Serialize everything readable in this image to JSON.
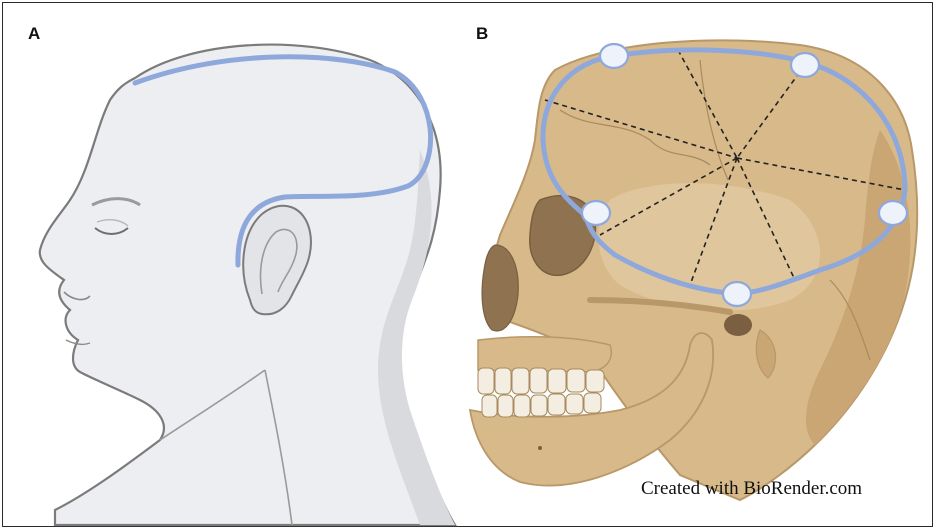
{
  "panels": {
    "a": {
      "label": "A"
    },
    "b": {
      "label": "B"
    }
  },
  "credit": "Created with BioRender.com",
  "colors": {
    "curve": "#8FA8DC",
    "head_fill": "#EDEEF1",
    "head_shadow": "#D9DADD",
    "outline": "#7B7B7B",
    "bone": "#D8B98A",
    "bone_dark": "#B89868",
    "bone_shadow": "#8F7350",
    "node_fill": "#EEF2FA"
  },
  "icons": {
    "head": "head-profile-icon",
    "skull": "skull-lateral-icon"
  }
}
